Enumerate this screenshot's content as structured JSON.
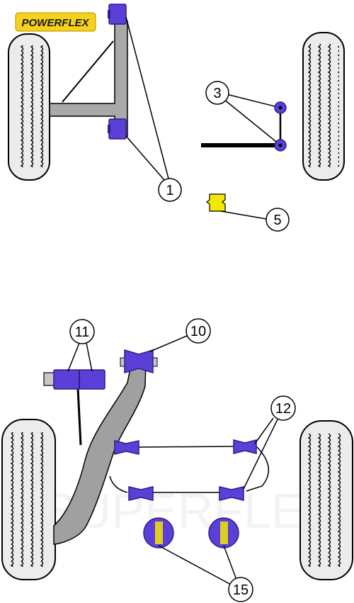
{
  "brand": {
    "logo_text": "POWERFLEX",
    "logo_bg": "#f7d21b",
    "logo_text_color": "#1a1a1a"
  },
  "colors": {
    "bush_purple": "#5b3fd6",
    "bush_purple_dark": "#2e1d8c",
    "bush_yellow": "#f5e800",
    "arm_grey": "#a9a9a9",
    "arm_grey_dark": "#8a8a8a",
    "outline": "#000000"
  },
  "front_suspension": {
    "callouts": [
      {
        "id": "front-callout-1",
        "label": "1"
      },
      {
        "id": "front-callout-3",
        "label": "3"
      },
      {
        "id": "front-callout-5",
        "label": "5"
      }
    ]
  },
  "rear_suspension": {
    "callouts": [
      {
        "id": "rear-callout-10",
        "label": "10"
      },
      {
        "id": "rear-callout-11",
        "label": "11"
      },
      {
        "id": "rear-callout-12",
        "label": "12"
      },
      {
        "id": "rear-callout-15",
        "label": "15"
      }
    ]
  },
  "watermark": {
    "text": "SUPERFLEX"
  }
}
